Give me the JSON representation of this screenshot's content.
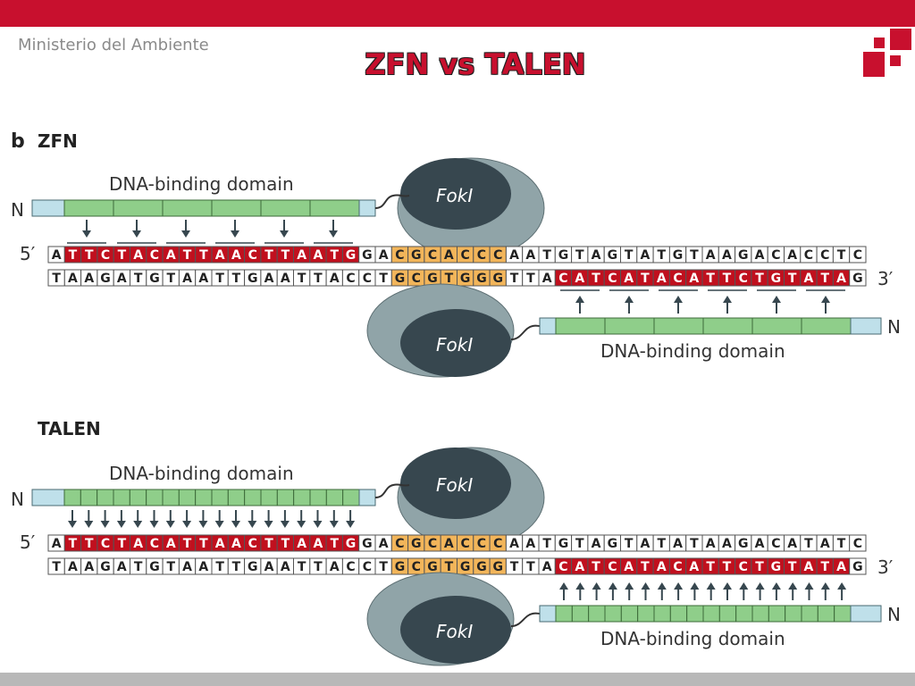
{
  "header": {
    "ministry": "Ministerio del Ambiente",
    "title": "ZFN vs TALEN"
  },
  "zfn": {
    "panel_letter": "b",
    "heading": "ZFN",
    "top_domain_label": "DNA-binding domain",
    "bottom_domain_label": "DNA-binding domain",
    "n_terminal": "N",
    "n_terminal_bottom": "N",
    "five_prime": "5′",
    "three_prime": "3′",
    "fokI_top": "FokI",
    "fokI_bottom": "FokI",
    "top_strand": "ATTCTACATTAACTTAATGGACGCACCCAATGTAGTATGTAAGACACCTC",
    "bottom_strand": "TAAGATGTAATTGAATTACCTGCGTGGGTTACATCATACATTCTGTATAG"
  },
  "talen": {
    "heading": "TALEN",
    "top_domain_label": "DNA-binding domain",
    "bottom_domain_label": "DNA-binding domain",
    "n_terminal": "N",
    "n_terminal_bottom": "N",
    "five_prime": "5′",
    "three_prime": "3′",
    "fokI_top": "FokI",
    "fokI_bottom": "FokI",
    "top_strand": "ATTCTACATTAACTTAATGGACGCACCCAATGTAGTATATAAGACATATC",
    "bottom_strand": "TAAGATGTAATTGAATTACCTGCGTGGGTTACATCATACATTCTGTATAG"
  },
  "colors": {
    "brand_red": "#c8102e",
    "binding_site_red": "#c0101e",
    "spacer_orange": "#f2b55a",
    "domain_green": "#8fce8a",
    "domain_blue": "#bfe0ea",
    "fokI_dark": "#37474f",
    "fokI_light": "#90a4a8"
  }
}
